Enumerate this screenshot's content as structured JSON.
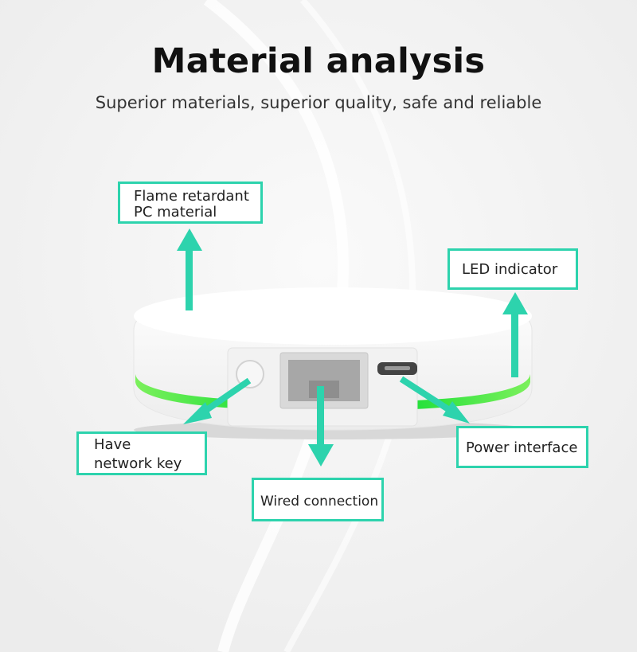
{
  "header": {
    "title": "Material analysis",
    "subtitle": "Superior materials, superior quality, safe and reliable"
  },
  "callouts": {
    "flame": {
      "line1": "Flame retardant",
      "line2": "PC material"
    },
    "led": {
      "label": "LED indicator"
    },
    "network_key": {
      "line1": "Have",
      "line2": "network key"
    },
    "power": {
      "label": "Power interface"
    },
    "wired": {
      "label": "Wired connection"
    }
  },
  "colors": {
    "accent": "#2dd3ad",
    "led_glow": "#22e03a",
    "device_body": "#ffffff"
  },
  "icons": [
    "arrow-up-icon",
    "arrow-down-icon",
    "arrow-diagonal-icon"
  ]
}
